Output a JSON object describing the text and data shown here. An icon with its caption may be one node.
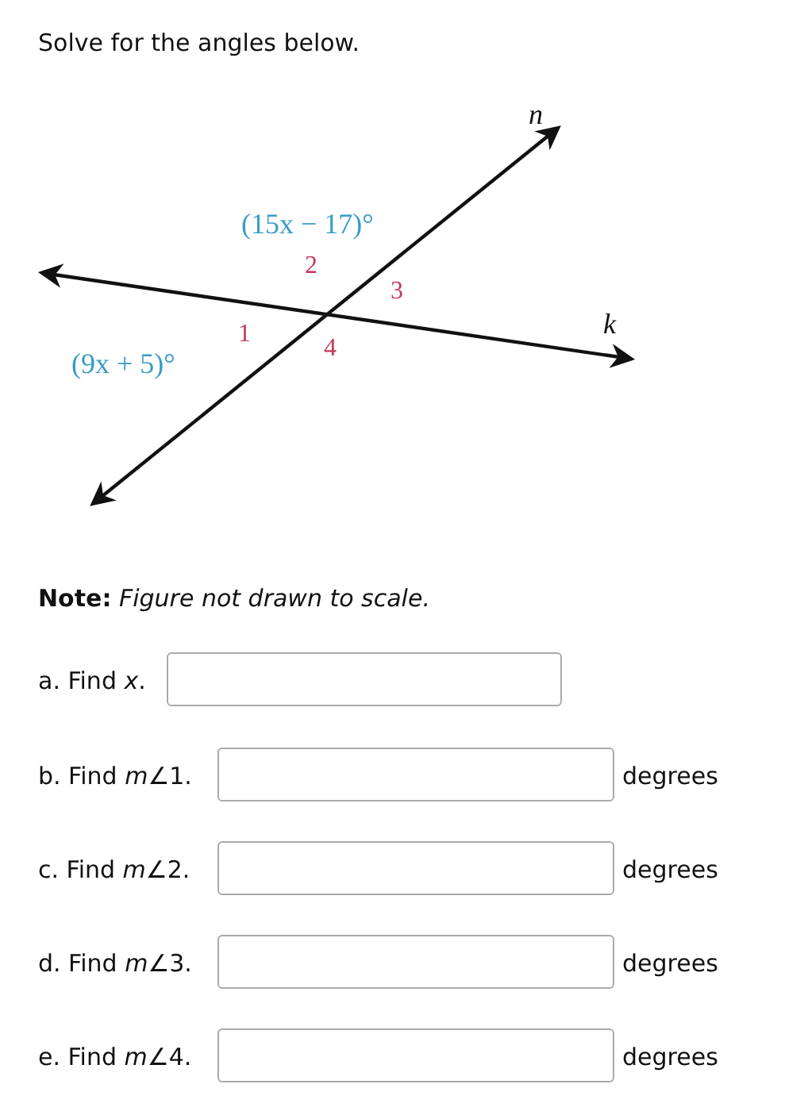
{
  "diagram": {
    "title": "Solve for the angles below.",
    "labels": [
      "n",
      "(15x − 17)°",
      "2",
      "3",
      "k",
      "1",
      "4",
      "(9x + 5)°",
      "**Note:** *Figure not drawn to scale.*",
      "a. Find *x*.",
      "b. Find *m*∠1.",
      "degrees",
      "c. Find *m*∠2.",
      "degrees",
      "d. Find *m*∠3.",
      "degrees",
      "e. Find *m*∠4.",
      "degrees"
    ]
  }
}
